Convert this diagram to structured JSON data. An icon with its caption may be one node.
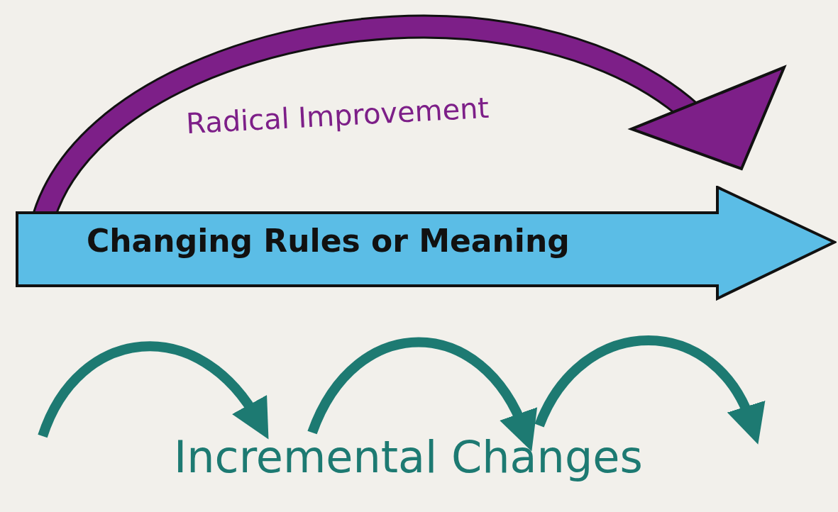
{
  "diagram": {
    "nodes": [
      {
        "text": [
          "Changing Rules or Meaning"
        ]
      }
    ],
    "labels": [
      "Radical Improvement",
      "Incremental Changes"
    ]
  }
}
